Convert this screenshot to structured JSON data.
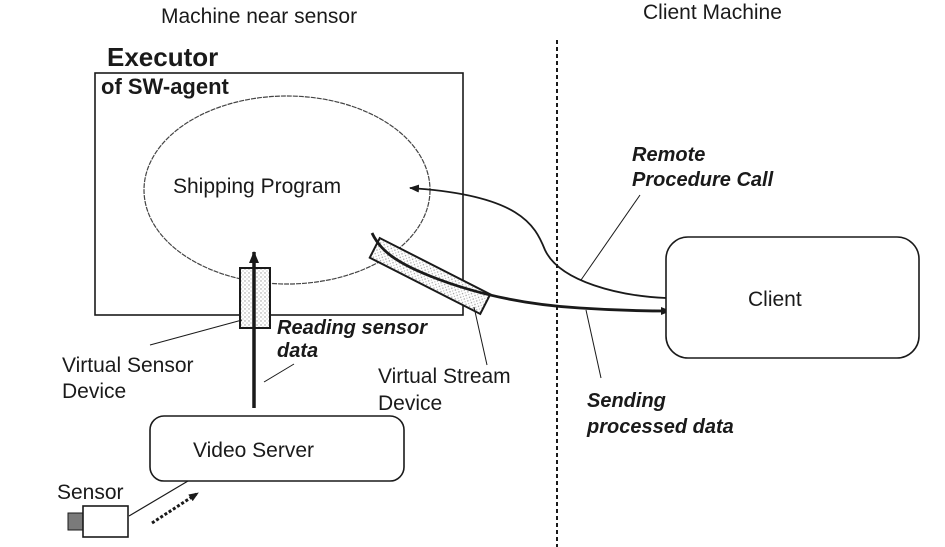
{
  "headers": {
    "left": "Machine near sensor",
    "right": "Client Machine"
  },
  "executor": {
    "title_line1": "Executor",
    "title_line2": "of SW-agent"
  },
  "nodes": {
    "shipping_program": "Shipping Program",
    "client": "Client",
    "video_server": "Video Server",
    "sensor": "Sensor"
  },
  "labels": {
    "virtual_sensor_device_line1": "Virtual Sensor",
    "virtual_sensor_device_line2": "Device",
    "reading_sensor_data_line1": "Reading sensor",
    "reading_sensor_data_line2": "data",
    "virtual_stream_device_line1": "Virtual Stream",
    "virtual_stream_device_line2": "Device",
    "remote_procedure_call_line1": "Remote",
    "remote_procedure_call_line2": "Procedure Call",
    "sending_processed_data_line1": "Sending",
    "sending_processed_data_line2": "processed data"
  },
  "colors": {
    "stroke": "#1a1a1a",
    "sensor_lens": "#7a7a7a",
    "stipple": "#c8c8c8"
  }
}
